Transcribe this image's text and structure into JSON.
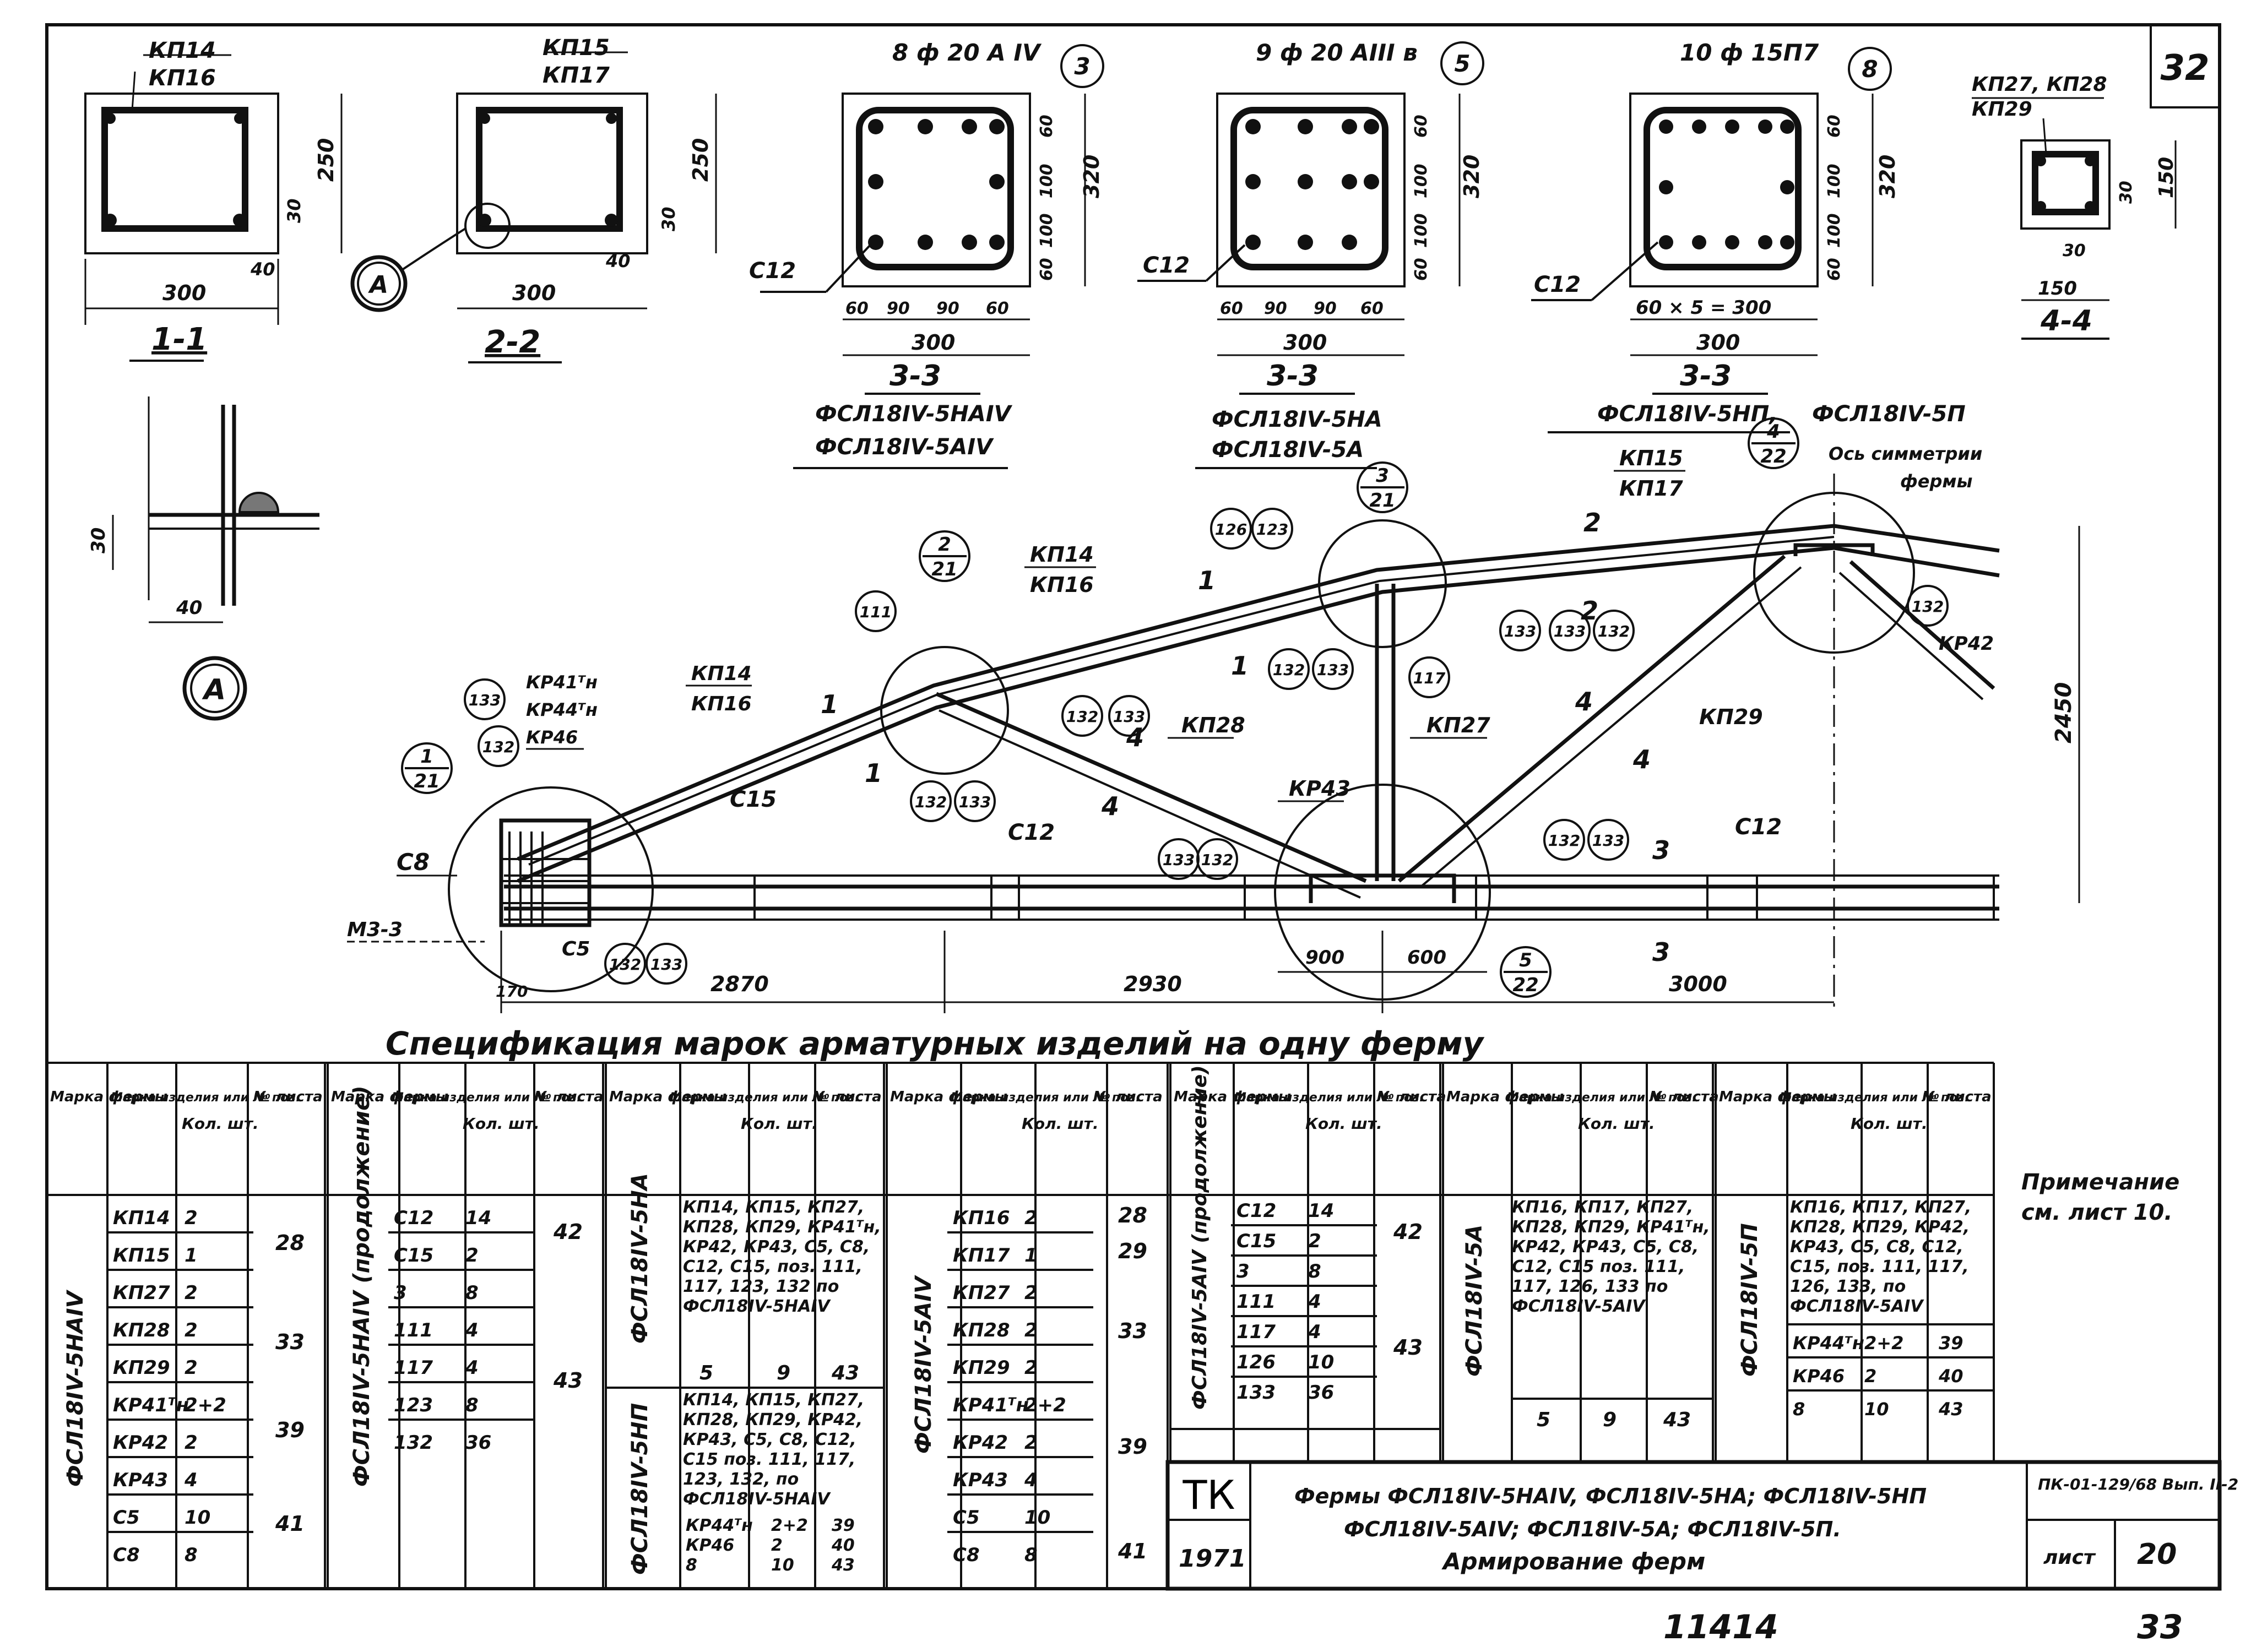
{
  "sheet": {
    "number": "32",
    "format_code": "ПК-01-129/68 Вып. II-2",
    "page_label": "лист",
    "page_number": "20",
    "org": "ТК",
    "year": "1971",
    "title_line1": "Фермы ФСЛ18IV-5НАIV, ФСЛ18IV-5НА; ФСЛ18IV-5НП",
    "title_line2": "ФСЛ18IV-5АIV; ФСЛ18IV-5А; ФСЛ18IV-5П.",
    "title_line3": "Армирование ферм",
    "bottom_left_num": "11414",
    "bottom_right_num": "33",
    "note_line1": "Примечание",
    "note_line2": "см. лист 10."
  },
  "sections": {
    "s11": {
      "label": "1-1",
      "top1": "КП14",
      "top2": "КП16",
      "w": "300",
      "h": "250",
      "d30": "30",
      "d40": "40"
    },
    "s22": {
      "label": "2-2",
      "top1": "КП15",
      "top2": "КП17",
      "w": "300",
      "h": "250",
      "d30": "30",
      "d40": "40",
      "callout": "А"
    },
    "s33a": {
      "label": "3-3",
      "bars": "8 ф 20 А IV",
      "pos": "3",
      "c": "С12",
      "h": "320",
      "d1": "60",
      "d2": "100",
      "d3": "100",
      "d4": "60",
      "b1": "60",
      "b2": "90",
      "b3": "90",
      "b4": "60",
      "w": "300",
      "name1": "ФСЛ18IV-5НАIV",
      "name2": "ФСЛ18IV-5АIV"
    },
    "s33b": {
      "label": "3-3",
      "bars": "9 ф 20 АIII в",
      "pos": "5",
      "c": "С12",
      "h": "320",
      "d1": "60",
      "d2": "100",
      "d3": "100",
      "d4": "60",
      "b1": "60",
      "b2": "90",
      "b3": "90",
      "b4": "60",
      "w": "300",
      "name1": "ФСЛ18IV-5НА",
      "name2": "ФСЛ18IV-5А"
    },
    "s33c": {
      "label": "3-3",
      "bars": "10 ф 15П7",
      "pos": "8",
      "c": "С12",
      "h": "320",
      "d1": "60",
      "d2": "100",
      "d3": "100",
      "d4": "60",
      "bdim": "60 × 5 = 300",
      "w": "300",
      "name1": "ФСЛ18IV-5НП,",
      "name2": "ФСЛ18IV-5П"
    },
    "s44": {
      "label": "4-4",
      "top1": "КП27, КП28",
      "top2": "КП29",
      "h": "150",
      "d30": "30",
      "w": "150",
      "d30b": "30"
    },
    "detailA": {
      "label": "А",
      "d30": "30",
      "d40": "40"
    }
  },
  "truss": {
    "labels": [
      "КП14",
      "КП16",
      "КП14",
      "КП16",
      "КП15",
      "КП17",
      "КП28",
      "КП27",
      "КП29",
      "КР43",
      "КР42",
      "С15",
      "С12",
      "С12",
      "С8",
      "С5",
      "М3-3",
      "Ось симметрии",
      "фермы",
      "КР41ᵀн",
      "КР44ᵀн",
      "КР46"
    ],
    "markers": [
      {
        "id": "m1",
        "top": "1",
        "bot": "21"
      },
      {
        "id": "m2",
        "top": "2",
        "bot": "21"
      },
      {
        "id": "m3",
        "top": "3",
        "bot": "21"
      },
      {
        "id": "m4",
        "top": "4",
        "bot": "22"
      },
      {
        "id": "m5",
        "top": "5",
        "bot": "22"
      }
    ],
    "circles": [
      "133",
      "132",
      "111",
      "132",
      "133",
      "132",
      "133",
      "126",
      "123",
      "132",
      "133",
      "133",
      "132",
      "117",
      "133",
      "132",
      "132",
      "133",
      "133",
      "132",
      "132",
      "133"
    ],
    "section_marks": [
      "1",
      "1",
      "1",
      "1",
      "2",
      "2",
      "3",
      "3",
      "4",
      "4",
      "4",
      "4"
    ],
    "dims": {
      "d1": "2870",
      "d2": "2930",
      "d3": "3000",
      "d4": "900",
      "d5": "600",
      "d6": "170",
      "height": "2450"
    }
  },
  "spec": {
    "title": "Спецификация марок арматурных изделий на одну ферму",
    "headers": {
      "truss": "Марка фермы",
      "item": "Марка изделия или № поз.",
      "qty": "Кол. шт.",
      "sheet": "№ листа"
    },
    "g1": {
      "truss": "ФСЛ18IV-5НАIV",
      "rows": [
        {
          "item": "КП14",
          "qty": "2"
        },
        {
          "item": "КП15",
          "qty": "1"
        },
        {
          "item": "КП27",
          "qty": "2"
        },
        {
          "item": "КП28",
          "qty": "2"
        },
        {
          "item": "КП29",
          "qty": "2"
        },
        {
          "item": "КР41ᵀн",
          "qty": "2+2"
        },
        {
          "item": "КР42",
          "qty": "2"
        },
        {
          "item": "КР43",
          "qty": "4"
        },
        {
          "item": "С5",
          "qty": "10"
        },
        {
          "item": "С8",
          "qty": "8"
        }
      ],
      "sheets": [
        "28",
        "33",
        "39",
        "41"
      ]
    },
    "g2": {
      "truss": "ФСЛ18IV-5НАIV (продолжение)",
      "rows": [
        {
          "item": "С12",
          "qty": "14"
        },
        {
          "item": "С15",
          "qty": "2"
        },
        {
          "item": "3",
          "qty": "8"
        },
        {
          "item": "111",
          "qty": "4"
        },
        {
          "item": "117",
          "qty": "4"
        },
        {
          "item": "123",
          "qty": "8"
        },
        {
          "item": "132",
          "qty": "36"
        }
      ],
      "sheets": [
        "42",
        "43"
      ]
    },
    "g3": {
      "truss_a": "ФСЛ18IV-5НА",
      "text_a": "КП14, КП15, КП27, КП28, КП29, КР41ᵀн, КР42, КР43, С5, С8, С12, С15, поз. 111, 117, 123, 132 по ФСЛ18IV-5НАIV",
      "row_a": {
        "item": "5",
        "qty": "9",
        "sheet": "43"
      },
      "truss_b": "ФСЛ18IV-5НП",
      "text_b": "КП14, КП15, КП27, КП28, КП29, КР42, КР43, С5, С8, С12, С15 поз. 111, 117, 123, 132, по ФСЛ18IV-5НАIV",
      "rows_b": [
        {
          "item": "КР44ᵀн",
          "qty": "2+2",
          "sheet": "39"
        },
        {
          "item": "КР46",
          "qty": "2",
          "sheet": "40"
        },
        {
          "item": "8",
          "qty": "10",
          "sheet": "43"
        }
      ]
    },
    "g4": {
      "truss": "ФСЛ18IV-5АIV",
      "rows": [
        {
          "item": "КП16",
          "qty": "2"
        },
        {
          "item": "КП17",
          "qty": "1"
        },
        {
          "item": "КП27",
          "qty": "2"
        },
        {
          "item": "КП28",
          "qty": "2"
        },
        {
          "item": "КП29",
          "qty": "2"
        },
        {
          "item": "КР41ᵀн",
          "qty": "2+2"
        },
        {
          "item": "КР42",
          "qty": "2"
        },
        {
          "item": "КР43",
          "qty": "4"
        },
        {
          "item": "С5",
          "qty": "10"
        },
        {
          "item": "С8",
          "qty": "8"
        }
      ],
      "sheets": [
        "28",
        "29",
        "33",
        "39",
        "41"
      ]
    },
    "g5": {
      "truss": "ФСЛ18IV-5АIV (продолжение)",
      "rows": [
        {
          "item": "С12",
          "qty": "14"
        },
        {
          "item": "С15",
          "qty": "2"
        },
        {
          "item": "3",
          "qty": "8"
        },
        {
          "item": "111",
          "qty": "4"
        },
        {
          "item": "117",
          "qty": "4"
        },
        {
          "item": "126",
          "qty": "10"
        },
        {
          "item": "133",
          "qty": "36"
        }
      ],
      "sheets": [
        "42",
        "43"
      ]
    },
    "g6": {
      "truss": "ФСЛ18IV-5А",
      "text": "КП16, КП17, КП27, КП28, КП29, КР41ᵀн, КР42, КР43, С5, С8, С12, С15 поз. 111, 117, 126, 133 по ФСЛ18IV-5АIV",
      "row": {
        "item": "5",
        "qty": "9",
        "sheet": "43"
      }
    },
    "g7": {
      "truss": "ФСЛ18IV-5П",
      "text": "КП16, КП17, КП27, КП28, КП29, КР42, КР43, С5, С8, С12, С15, поз. 111, 117, 126, 133, по ФСЛ18IV-5АIV",
      "rows": [
        {
          "item": "КР44ᵀн",
          "qty": "2+2",
          "sheet": "39"
        },
        {
          "item": "КР46",
          "qty": "2",
          "sheet": "40"
        },
        {
          "item": "8",
          "qty": "10",
          "sheet": "43"
        }
      ]
    }
  }
}
